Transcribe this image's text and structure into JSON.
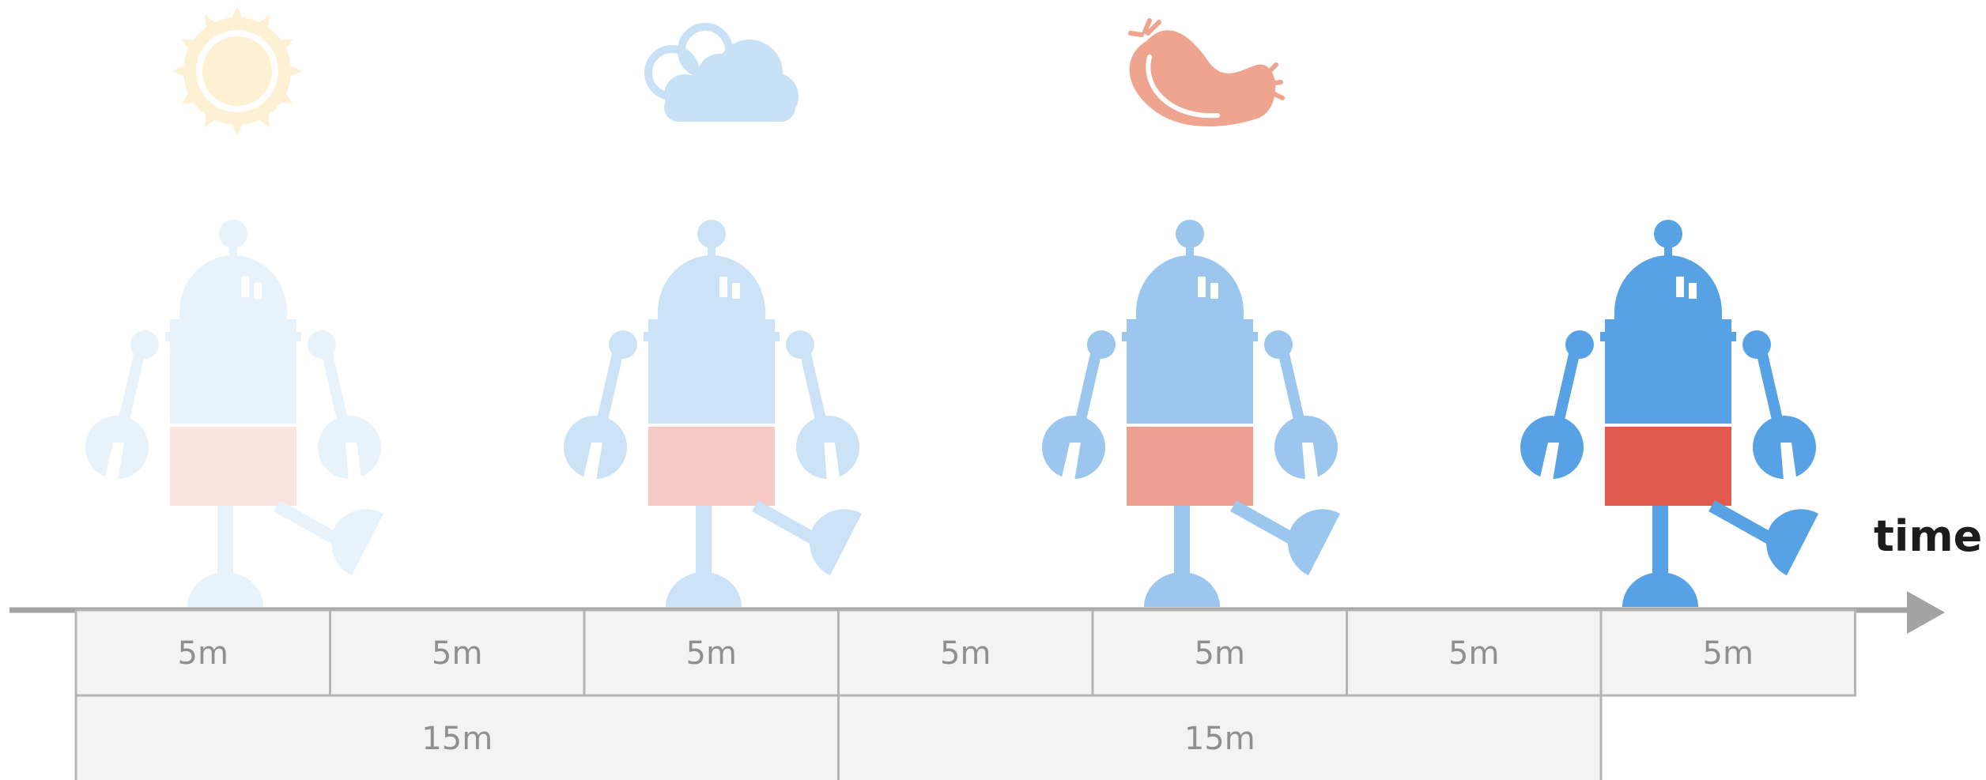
{
  "axis": {
    "label": "time"
  },
  "weather_icons": [
    {
      "name": "sun-icon",
      "color": "#FDF0D3"
    },
    {
      "name": "cloud-icon",
      "color": "#C9E1F6"
    },
    {
      "name": "sausage-icon",
      "color": "#EEA48E"
    }
  ],
  "robots": [
    {
      "body": "#E8F2FB",
      "belly": "#FBE3E0"
    },
    {
      "body": "#CBE2F7",
      "belly": "#F6CBC5"
    },
    {
      "body": "#9BC7EF",
      "belly": "#EC9E90"
    },
    {
      "body": "#57A2E4",
      "belly": "#E05B4B"
    }
  ],
  "timeline": {
    "row1": [
      "5m",
      "5m",
      "5m",
      "5m",
      "5m",
      "5m",
      "5m"
    ],
    "row2": [
      "15m",
      "15m"
    ]
  },
  "colors": {
    "axis": "#A3A3A3",
    "cell_fill": "#F3F3F3",
    "cell_border": "#B4B4B4",
    "cell_text": "#8F8F8F"
  }
}
